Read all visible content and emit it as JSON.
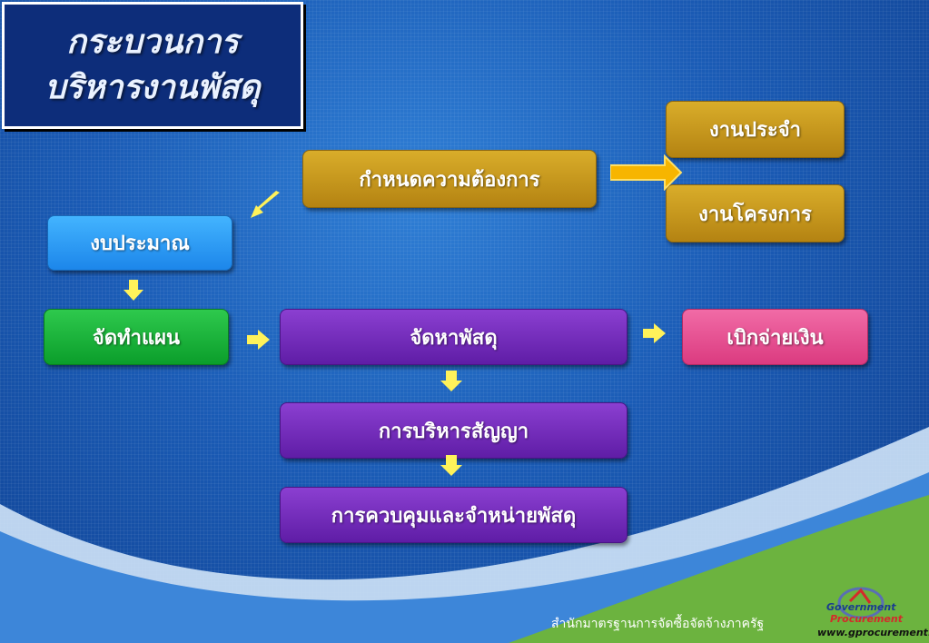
{
  "title": {
    "line1": "กระบวนการ",
    "line2": "บริหารงานพัสดุ"
  },
  "nodes": {
    "determine_needs": "กำหนดความต้องการ",
    "routine_work": "งานประจำ",
    "project_work": "งานโครงการ",
    "budget": "งบประมาณ",
    "planning": "จัดทำแผน",
    "procurement": "จัดหาพัสดุ",
    "disbursement": "เบิกจ่ายเงิน",
    "contract_management": "การบริหารสัญญา",
    "control_disposal": "การควบคุมและจำหน่ายพัสดุ"
  },
  "footer": {
    "agency": "สำนักมาตรฐานการจัดซื้อจัดจ้างภาครัฐ",
    "logo_line1": "Government",
    "logo_line2": "Procurement",
    "url": "www.gprocurement.go.th"
  },
  "colors": {
    "gold": "#c9991f",
    "sky": "#2d9cf5",
    "green": "#16b53a",
    "purple": "#7330bd",
    "pink": "#e8508f",
    "arrow_yellow": "#fff25a",
    "arrow_orange": "#f7b500"
  }
}
